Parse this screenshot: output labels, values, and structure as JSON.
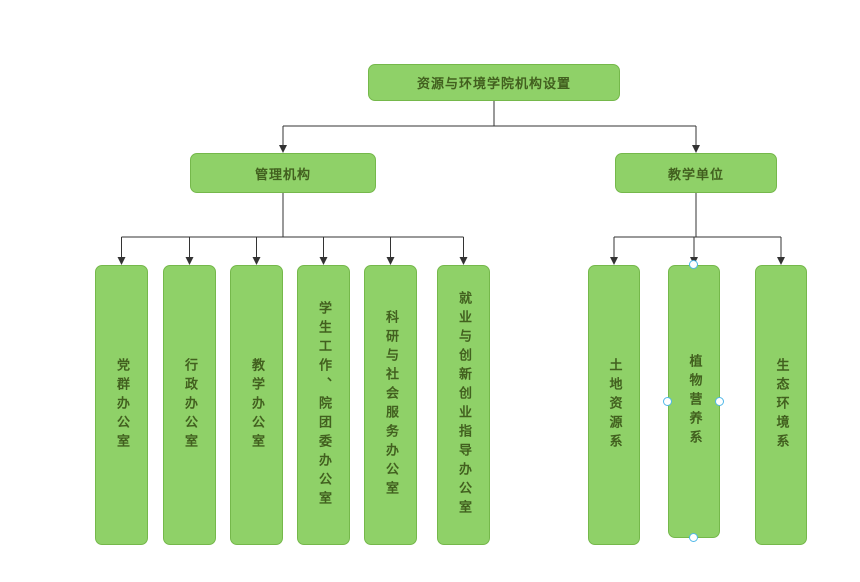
{
  "diagram": {
    "root": {
      "label": "资源与环境学院机构设置"
    },
    "groups": [
      {
        "label": "管理机构",
        "children": [
          {
            "label": "党群办公室"
          },
          {
            "label": "行政办公室"
          },
          {
            "label": "教学办公室"
          },
          {
            "label": "学生工作、院团委办公室"
          },
          {
            "label": "科研与社会服务办公室"
          },
          {
            "label": "就业与创新创业指导办公室"
          }
        ]
      },
      {
        "label": "教学单位",
        "children": [
          {
            "label": "土地资源系"
          },
          {
            "label": "植物营养系",
            "selected": true
          },
          {
            "label": "生态环境系"
          }
        ]
      }
    ],
    "colors": {
      "node_fill": "#8FD168",
      "node_border": "#75B84B",
      "node_text": "#42601F",
      "connector": "#333333",
      "selection_handle": "#50B8E8"
    }
  }
}
